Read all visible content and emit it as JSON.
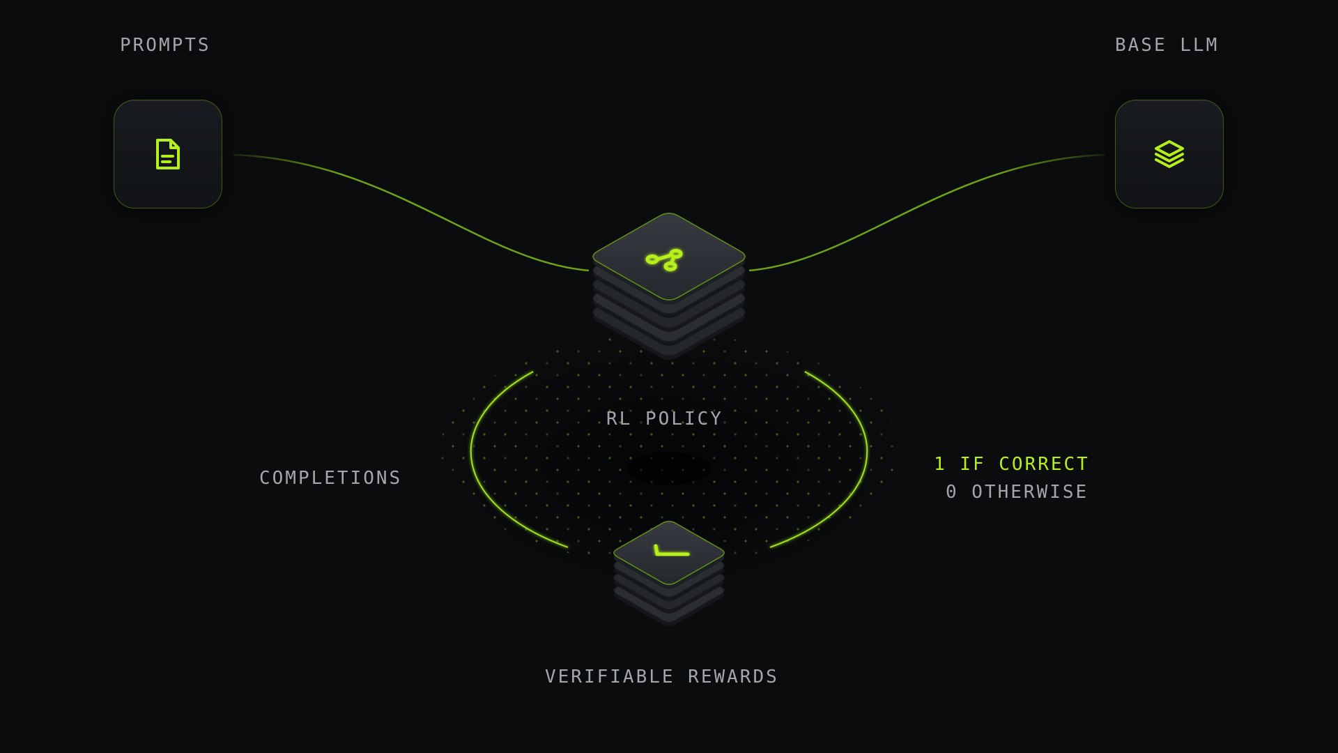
{
  "nodes": {
    "prompts": {
      "label": "PROMPTS",
      "icon": "document-icon"
    },
    "base_llm": {
      "label": "BASE LLM",
      "icon": "layers-icon"
    },
    "rl_policy": {
      "label": "RL POLICY",
      "icon": "branch-icon"
    },
    "verifiable_rewards": {
      "label": "VERIFIABLE REWARDS",
      "icon": "check-icon"
    }
  },
  "loop": {
    "completions_label": "COMPLETIONS"
  },
  "reward_rule": {
    "correct": "1 IF CORRECT",
    "otherwise": "0 OTHERWISE"
  },
  "colors": {
    "background": "#0a0c0e",
    "accent": "#b6f01c",
    "text_muted": "#a3a6aa",
    "tile_border": "#3f5c12"
  }
}
